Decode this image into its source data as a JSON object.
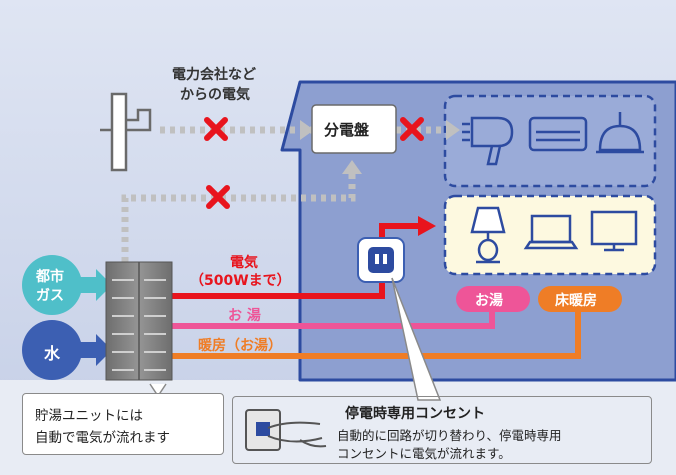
{
  "power_source": {
    "label_line1": "電力会社など",
    "label_line2": "からの電気"
  },
  "distribution_board": {
    "label": "分電盤"
  },
  "water_unit": {
    "gas": {
      "line1": "都市",
      "line2": "ガス"
    },
    "water": "水"
  },
  "flows": {
    "electricity_line1": "電気",
    "electricity_line2": "（500Wまで）",
    "hot_water": "お 湯",
    "heating": "暖房（お湯）"
  },
  "outputs": {
    "hot_water_tag": "お湯",
    "floor_heating_tag": "床暖房"
  },
  "callouts": {
    "unit_note_line1": "貯湯ユニットには",
    "unit_note_line2": "自動で電気が流れます",
    "outlet_title": "停電時専用コンセント",
    "outlet_desc_line1": "自動的に回路が切り替わり、停電時専用",
    "outlet_desc_line2": "コンセントに電気が流れます。"
  },
  "colors": {
    "sky": "#d4dcee",
    "house": "#8d9fd0",
    "house_border": "#2d4ba0",
    "electric_red": "#e8141d",
    "hot_water_pink": "#ee5598",
    "heating_orange": "#ef7d26",
    "gas_teal": "#4fbfc9",
    "water_blue": "#3c5fb2",
    "unit_gray": "#7f7f7f",
    "blocked_path_gray": "#c0c0c0",
    "lit_room_cream": "#fdf9e0"
  },
  "icons": {
    "blocked_appliances": [
      "hair-dryer-icon",
      "air-conditioner-icon",
      "ceiling-light-icon"
    ],
    "powered_appliances": [
      "table-lamp-icon",
      "laptop-icon",
      "tv-monitor-icon"
    ],
    "other": [
      "utility-pole-icon",
      "blocked-x-icon",
      "power-outlet-icon",
      "hand-plug-icon"
    ]
  }
}
